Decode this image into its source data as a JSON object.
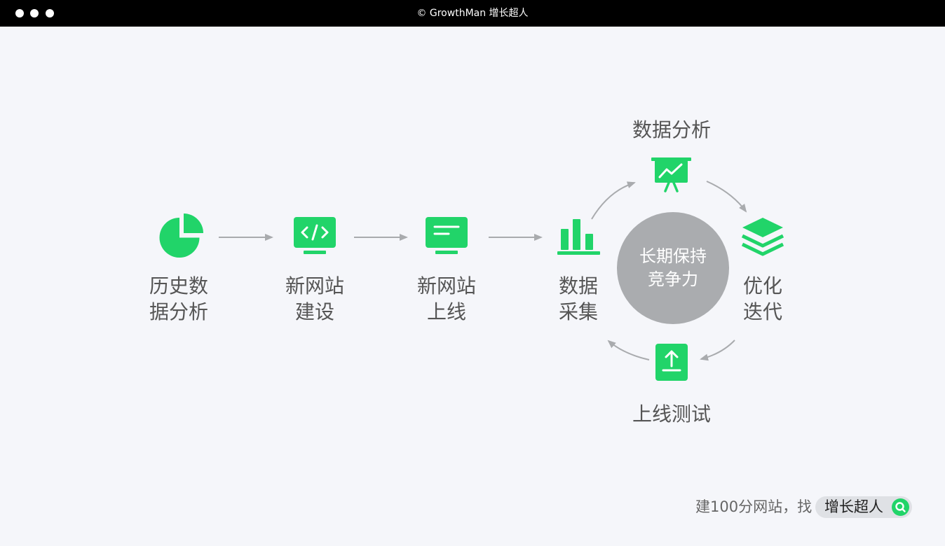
{
  "window": {
    "title": "© GrowthMan 增长超人"
  },
  "steps": [
    {
      "line1": "历史数",
      "line2": "据分析",
      "icon": "pie-chart-icon"
    },
    {
      "line1": "新网站",
      "line2": "建设",
      "icon": "code-monitor-icon"
    },
    {
      "line1": "新网站",
      "line2": "上线",
      "icon": "content-monitor-icon"
    },
    {
      "line1": "数据",
      "line2": "采集",
      "icon": "bar-chart-icon"
    }
  ],
  "cycle": {
    "center_line1": "长期保持",
    "center_line2": "竞争力",
    "top": {
      "label": "数据分析",
      "icon": "presentation-chart-icon"
    },
    "right": {
      "line1": "优化",
      "line2": "迭代",
      "icon": "layers-icon"
    },
    "bottom": {
      "label": "上线测试",
      "icon": "upload-icon"
    }
  },
  "footer": {
    "text": "建100分网站，找",
    "brand": "增长超人",
    "icon": "search-icon"
  },
  "colors": {
    "accent": "#21d469",
    "arrow": "#a9abae",
    "center": "#aaacaf",
    "text": "#555555"
  }
}
